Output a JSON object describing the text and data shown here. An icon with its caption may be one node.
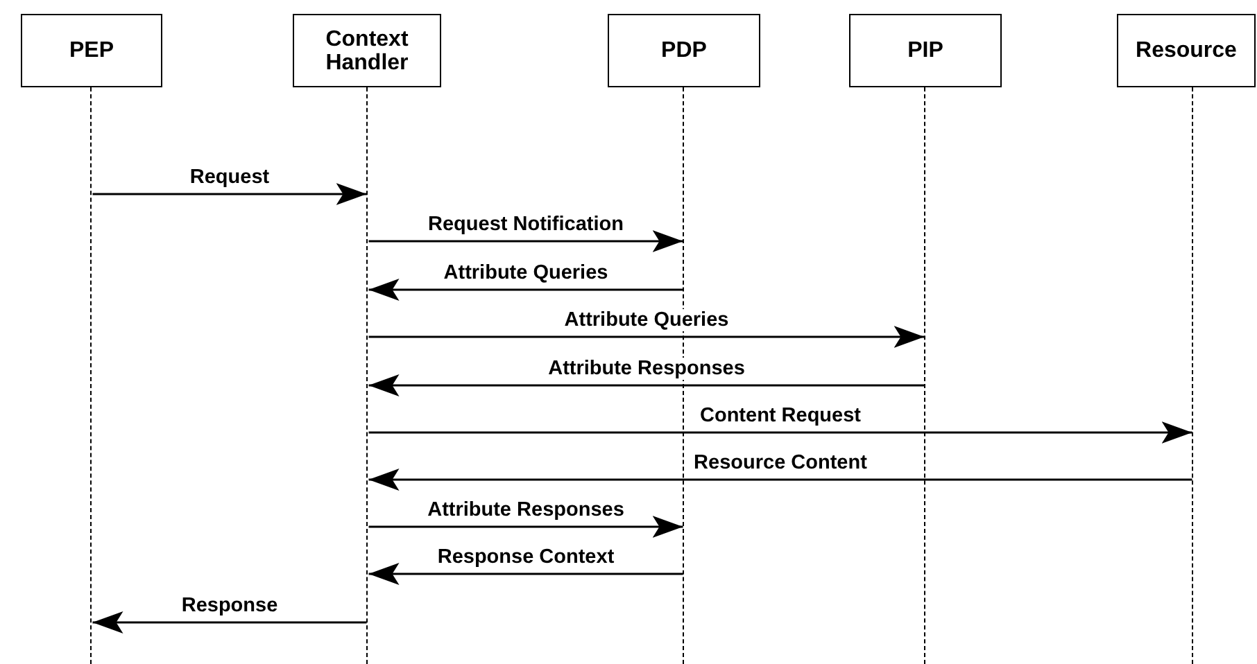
{
  "diagram": {
    "nodes": [
      {
        "text": [
          "PEP"
        ]
      },
      {
        "text": [
          "Context Handler"
        ]
      },
      {
        "text": [
          "PDP"
        ]
      },
      {
        "text": [
          "PIP"
        ]
      },
      {
        "text": [
          "Resource"
        ]
      },
      {
        "text": [],
        "shape": "line"
      },
      {
        "text": [],
        "shape": "line"
      },
      {
        "text": [],
        "shape": "line"
      },
      {
        "text": [],
        "shape": "line"
      },
      {
        "text": [],
        "shape": "line"
      }
    ],
    "edges": [
      {
        "from": 5,
        "to": 6,
        "arrow": "to",
        "label": "Request"
      },
      {
        "from": 6,
        "to": 7,
        "arrow": "to",
        "label": "Request Notification"
      },
      {
        "from": 7,
        "to": 6,
        "arrow": "to",
        "label": "Attribute Queries"
      },
      {
        "from": 6,
        "to": 8,
        "arrow": "to",
        "label": "Attribute Queries"
      },
      {
        "from": 8,
        "to": 6,
        "arrow": "to",
        "label": "Attribute Responses"
      },
      {
        "from": 6,
        "to": 9,
        "arrow": "to",
        "label": "Content Request"
      },
      {
        "from": 9,
        "to": 6,
        "arrow": "to",
        "label": "Resource Content"
      },
      {
        "from": 6,
        "to": 7,
        "arrow": "to",
        "label": "Attribute Responses"
      },
      {
        "from": 7,
        "to": 6,
        "arrow": "to",
        "label": "Response Context"
      },
      {
        "from": 6,
        "to": 5,
        "arrow": "to",
        "label": "Response"
      }
    ]
  }
}
